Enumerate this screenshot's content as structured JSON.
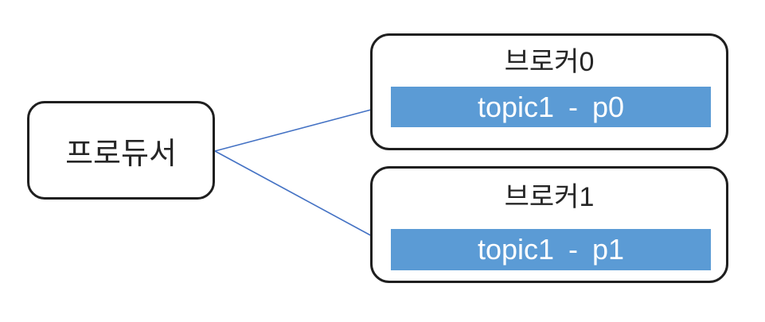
{
  "producer": {
    "label": "프로듀서"
  },
  "brokers": [
    {
      "title": "브로커0",
      "partition_label": "topic1 - p0"
    },
    {
      "title": "브로커1",
      "partition_label": "topic1 - p1"
    }
  ],
  "colors": {
    "partition_fill": "#5b9bd5",
    "arrow": "#4472c4",
    "box_border": "#1f1f1f",
    "partition_text": "#ffffff",
    "text": "#262626",
    "background": "#ffffff"
  }
}
